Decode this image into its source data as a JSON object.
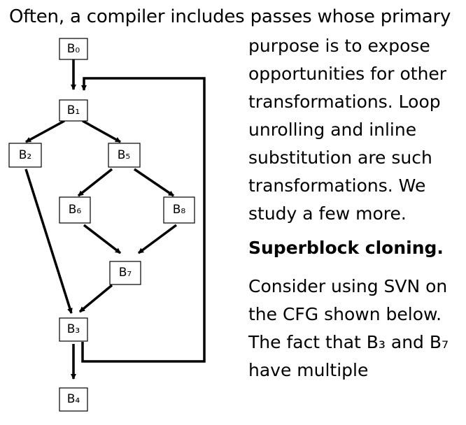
{
  "text": {
    "intro_line": "Often, a compiler includes passes whose primary",
    "para_lines": [
      "purpose is to expose",
      "opportunities for other",
      "transformations.  Loop",
      "unrolling and inline",
      "substitution are such",
      "transformations.  We",
      "study a few more."
    ],
    "heading": "Superblock cloning.",
    "para2_lines": [
      "Consider using SVN on",
      "the CFG shown below.",
      "The fact that B₃ and B₇",
      "have multiple"
    ]
  },
  "diagram": {
    "nodes": [
      {
        "id": "B0",
        "label": "B₀"
      },
      {
        "id": "B1",
        "label": "B₁"
      },
      {
        "id": "B2",
        "label": "B₂"
      },
      {
        "id": "B5",
        "label": "B₅"
      },
      {
        "id": "B6",
        "label": "B₆"
      },
      {
        "id": "B8",
        "label": "B₈"
      },
      {
        "id": "B7",
        "label": "B₇"
      },
      {
        "id": "B3",
        "label": "B₃"
      },
      {
        "id": "B4",
        "label": "B₄"
      }
    ],
    "edges": [
      {
        "from": "B0",
        "to": "B1"
      },
      {
        "from": "B1",
        "to": "B2"
      },
      {
        "from": "B1",
        "to": "B5"
      },
      {
        "from": "B5",
        "to": "B6"
      },
      {
        "from": "B5",
        "to": "B8"
      },
      {
        "from": "B6",
        "to": "B7"
      },
      {
        "from": "B8",
        "to": "B7"
      },
      {
        "from": "B2",
        "to": "B3"
      },
      {
        "from": "B7",
        "to": "B3"
      },
      {
        "from": "B3",
        "to": "B4"
      },
      {
        "from": "B3",
        "to": "B1",
        "kind": "back-edge"
      }
    ]
  }
}
